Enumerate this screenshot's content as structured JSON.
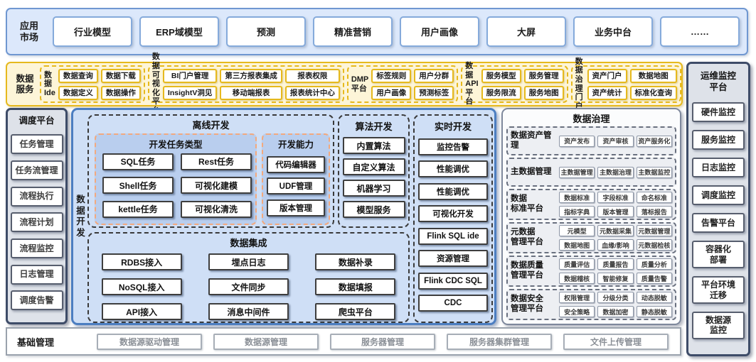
{
  "colors": {
    "app_band_bg": "#dce8fb",
    "app_band_border": "#6f97d1",
    "service_band_bg": "#fdf5d8",
    "service_gold": "#e6b91d",
    "side_col_bg": "#dee2e9",
    "side_col_border": "#3e4c68",
    "dev_panel_bg": "#cfdff6",
    "dev_panel_border": "#4c7ec1",
    "dev_group_bg": "#b9ceee",
    "dev_group_border": "#f2a97e",
    "governance_bg": "#fbfcfd"
  },
  "app_market": {
    "label": "应用\n市场",
    "items": [
      "行业模型",
      "ERP域模型",
      "预测",
      "精准营销",
      "用户画像",
      "大屏",
      "业务中台",
      "……"
    ]
  },
  "data_services": {
    "label": "数据\n服务",
    "groups": [
      {
        "name": "数据\nIde",
        "items": [
          "数据查询",
          "数据下载",
          "数据定义",
          "数据操作"
        ]
      },
      {
        "name": "数据可\n视化平台",
        "items": [
          "BI门户管理",
          "第三方报表集成",
          "报表权限",
          "InsightV洞见",
          "移动端报表",
          "报表统计中心"
        ]
      },
      {
        "name": "DMP\n平台",
        "items": [
          "标签规则",
          "用户分群",
          "用户画像",
          "预测标签"
        ]
      },
      {
        "name": "数据API\n平台",
        "items": [
          "服务模型",
          "服务管理",
          "服务限流",
          "服务地图"
        ]
      },
      {
        "name": "数据治理\n门户",
        "items": [
          "资产门户",
          "数据地图",
          "资产统计",
          "标准化查询"
        ]
      }
    ]
  },
  "ops_monitor": {
    "title": "运维监控\n平台",
    "items": [
      "硬件监控",
      "服务监控",
      "日志监控",
      "调度监控",
      "告警平台",
      "容器化\n部署",
      "平台环境\n迁移",
      "数据源\n监控"
    ]
  },
  "schedule": {
    "title": "调度平台",
    "items": [
      "任务管理",
      "任务流管理",
      "流程执行",
      "流程计划",
      "流程监控",
      "日志管理",
      "调度告警"
    ]
  },
  "data_dev": {
    "label": "数据\n开发",
    "offline": {
      "title": "离线开发",
      "task_types": {
        "title": "开发任务类型",
        "items": [
          "SQL任务",
          "Rest任务",
          "Shell任务",
          "可视化建模",
          "kettle任务",
          "可视化清洗"
        ]
      },
      "capabilities": {
        "title": "开发能力",
        "items": [
          "代码编辑器",
          "UDF管理",
          "版本管理"
        ]
      }
    },
    "algorithm": {
      "title": "算法开发",
      "items": [
        "内置算法",
        "自定义算法",
        "机器学习",
        "模型服务"
      ]
    },
    "realtime": {
      "title": "实时开发",
      "items": [
        "监控告警",
        "性能调优",
        "性能调优",
        "可视化开发",
        "Flink SQL ide",
        "资源管理",
        "Flink CDC SQL",
        "CDC"
      ]
    },
    "integration": {
      "title": "数据集成",
      "items": [
        "RDBS接入",
        "埋点日志",
        "数据补录",
        "NoSQL接入",
        "文件同步",
        "数据填报",
        "API接入",
        "消息中间件",
        "爬虫平台"
      ]
    }
  },
  "governance": {
    "title": "数据治理",
    "sections": [
      {
        "name": "数据资产管理",
        "items": [
          "资产发布",
          "资产审核",
          "资产服务化"
        ]
      },
      {
        "name": "主数据管理",
        "items": [
          "主数据管理",
          "主数据治理",
          "主数据监控"
        ]
      },
      {
        "name": "数据\n标准平台",
        "items": [
          "数据标准",
          "字段标准",
          "命名标准",
          "指标字典",
          "版本管理",
          "落标报告"
        ]
      },
      {
        "name": "元数据\n管理平台",
        "items": [
          "元模型",
          "元数据采集",
          "元数据管理",
          "数据地图",
          "血缘/影响",
          "元数据检核"
        ]
      },
      {
        "name": "数据质量\n管理平台",
        "items": [
          "质量评估",
          "质量报告",
          "质量分析",
          "数据稽核",
          "智能修复",
          "质量告警"
        ]
      },
      {
        "name": "数据安全\n管理平台",
        "items": [
          "权限管理",
          "分级分类",
          "动态脱敏",
          "安全策略",
          "数据加密",
          "静态脱敏"
        ]
      }
    ]
  },
  "base_mgmt": {
    "label": "基础管理",
    "items": [
      "数据源驱动管理",
      "数据源管理",
      "服务器管理",
      "服务器集群管理",
      "文件上传管理"
    ]
  }
}
